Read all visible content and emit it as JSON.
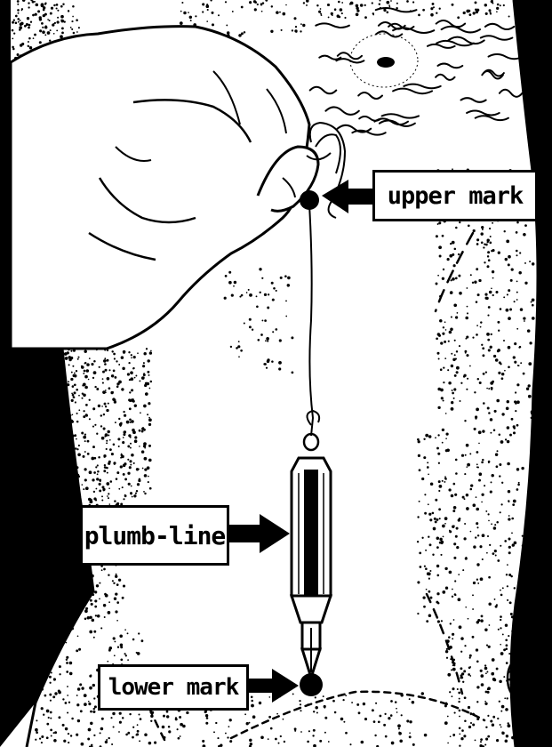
{
  "labels": {
    "upper_mark": "upper mark",
    "plumb_line": "plumb-line",
    "lower_mark": "lower mark"
  },
  "colors": {
    "ink": "#000000",
    "paper": "#ffffff"
  }
}
